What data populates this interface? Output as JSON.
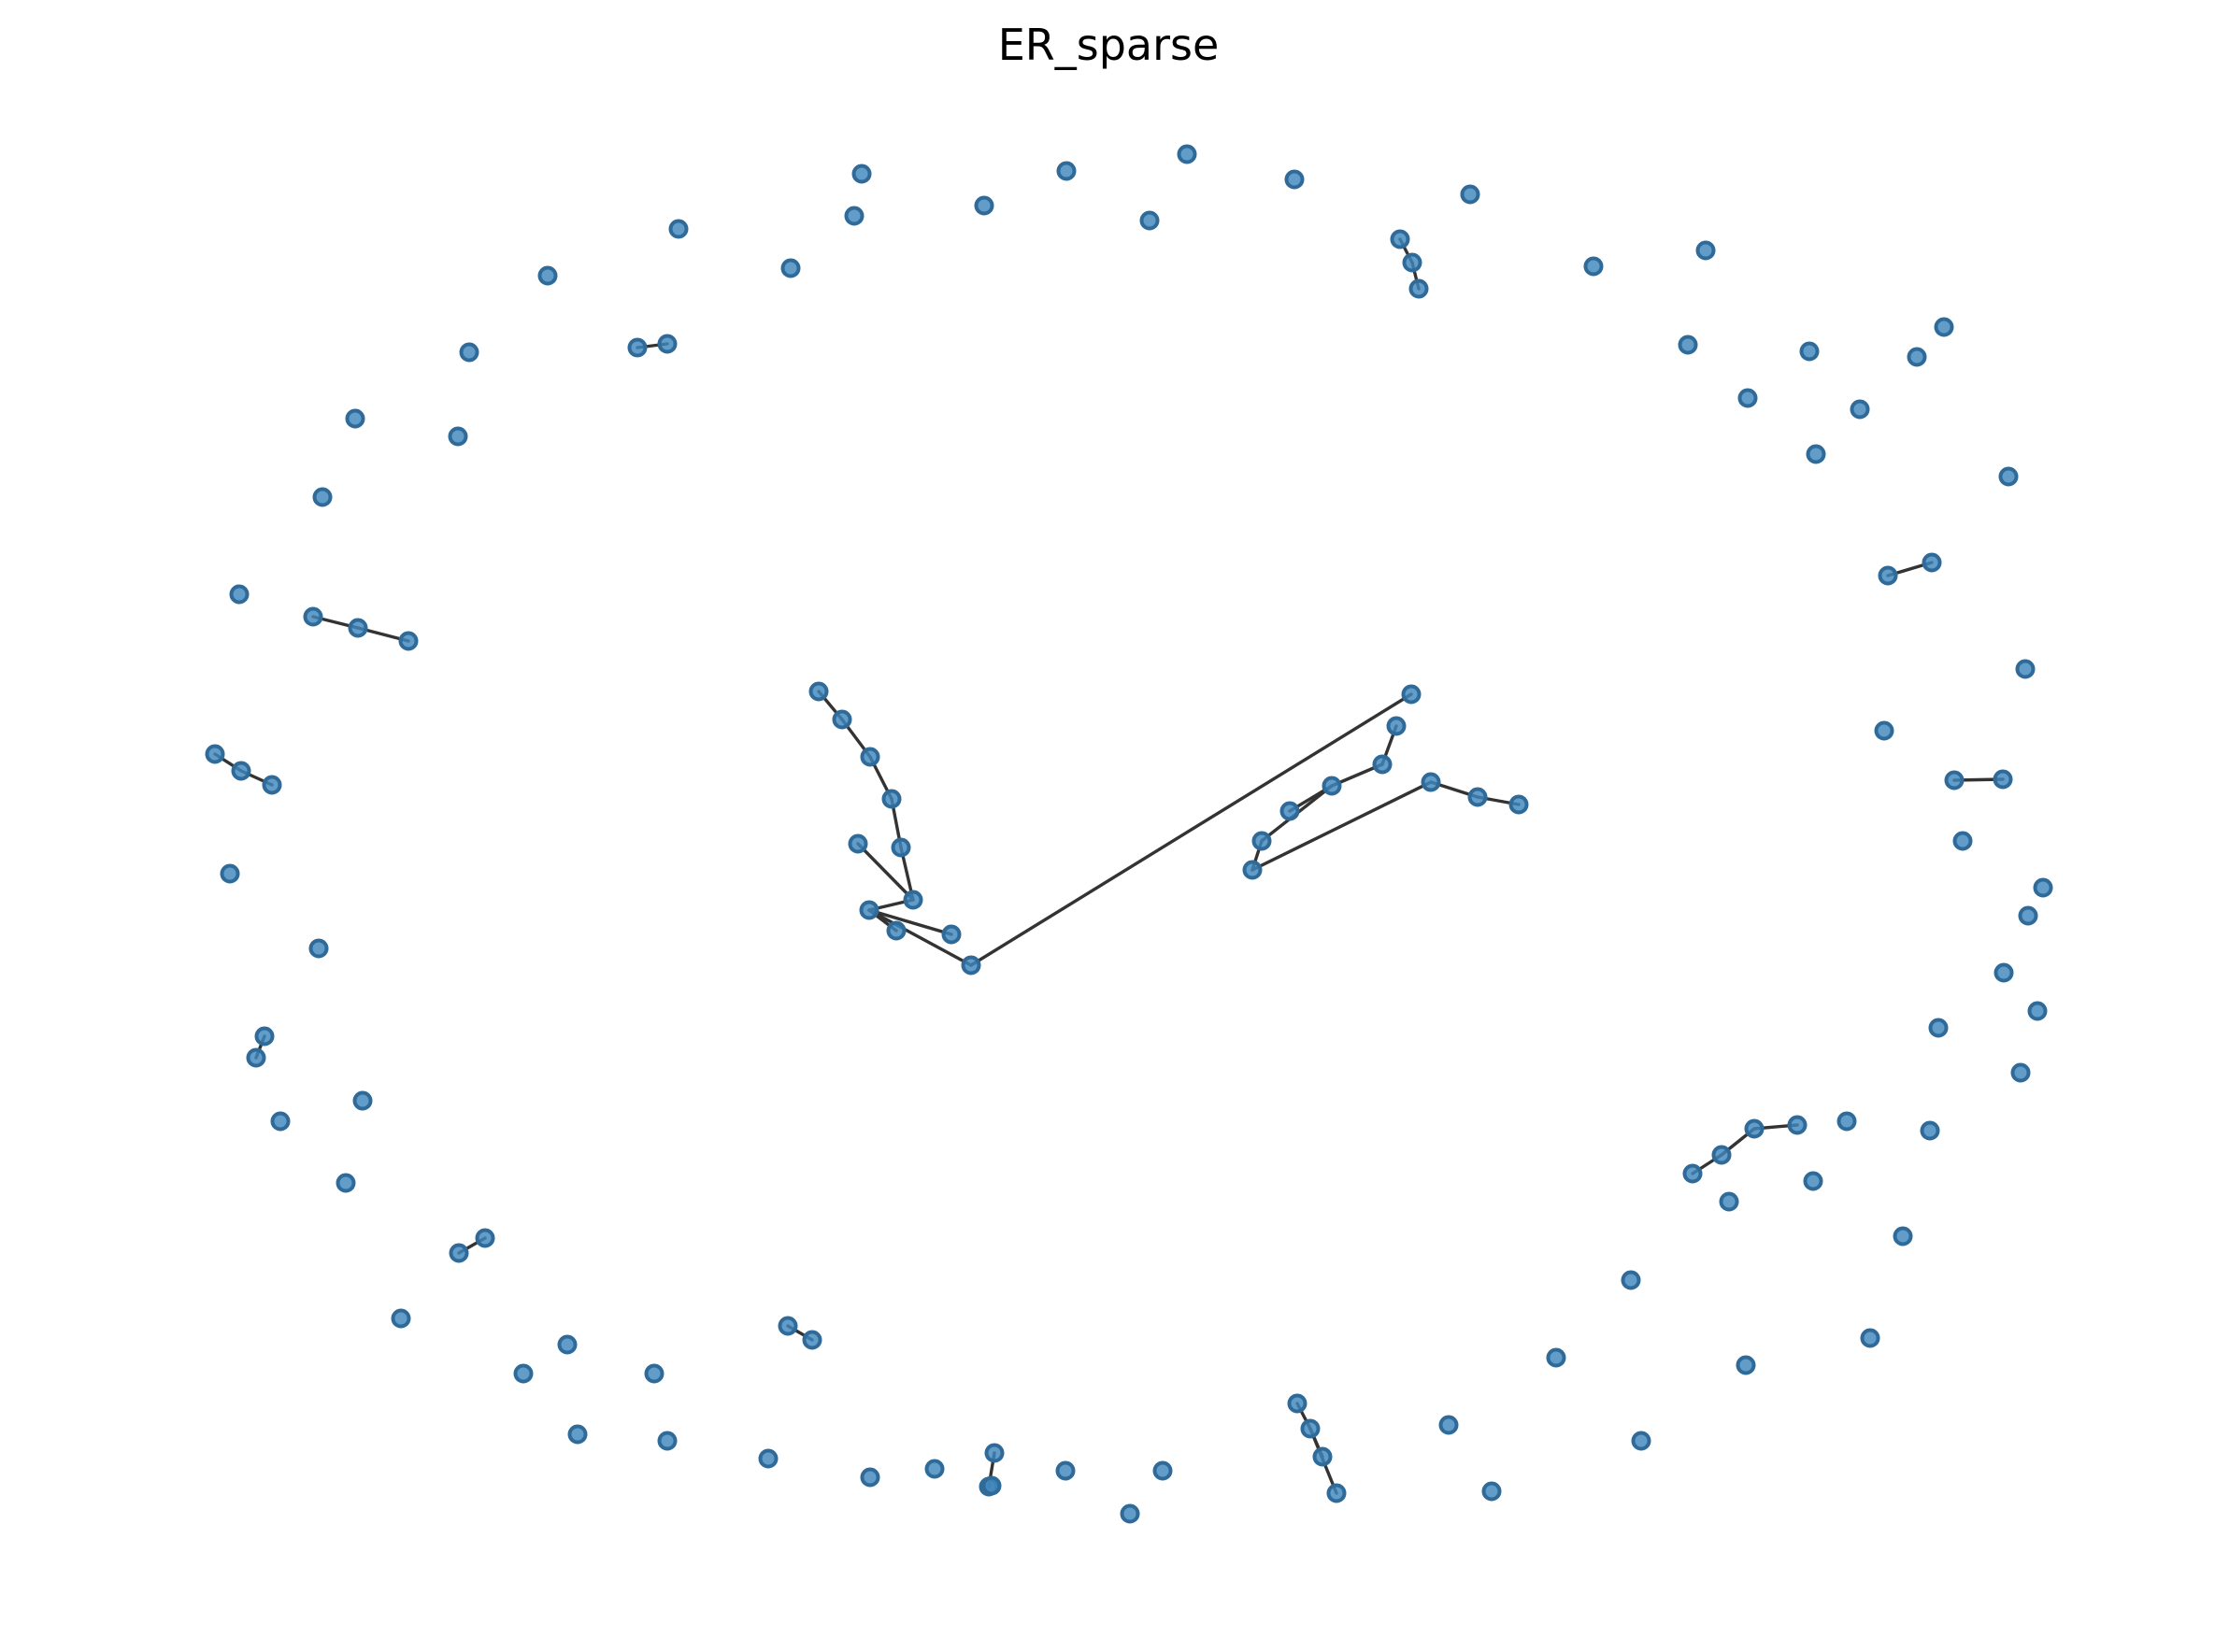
{
  "title": "ER_sparse",
  "colors": {
    "node_fill": "#3f86bd",
    "node_stroke": "#2f6a98",
    "edge": "#333333"
  },
  "graph": {
    "nodes": [
      {
        "id": "n0"
      },
      {
        "id": "n1"
      },
      {
        "id": "n2"
      },
      {
        "id": "n3"
      },
      {
        "id": "n4"
      },
      {
        "id": "n5"
      },
      {
        "id": "n6"
      },
      {
        "id": "n7"
      },
      {
        "id": "n8"
      },
      {
        "id": "n9"
      },
      {
        "id": "n10"
      },
      {
        "id": "n11"
      },
      {
        "id": "n12"
      },
      {
        "id": "n13"
      },
      {
        "id": "n14"
      },
      {
        "id": "n15"
      },
      {
        "id": "n16"
      },
      {
        "id": "n17"
      },
      {
        "id": "n18"
      },
      {
        "id": "n19"
      },
      {
        "id": "n20"
      },
      {
        "id": "n21"
      },
      {
        "id": "n22"
      },
      {
        "id": "n23"
      },
      {
        "id": "n24"
      },
      {
        "id": "n25"
      },
      {
        "id": "n26"
      },
      {
        "id": "n27"
      },
      {
        "id": "n28"
      },
      {
        "id": "n29"
      },
      {
        "id": "n30"
      },
      {
        "id": "n31"
      },
      {
        "id": "n32"
      },
      {
        "id": "n33"
      },
      {
        "id": "n34"
      },
      {
        "id": "n35"
      },
      {
        "id": "n36"
      },
      {
        "id": "n37"
      },
      {
        "id": "n38"
      },
      {
        "id": "n39"
      },
      {
        "id": "n40"
      },
      {
        "id": "n41"
      },
      {
        "id": "n42"
      },
      {
        "id": "n43"
      },
      {
        "id": "n44"
      },
      {
        "id": "n45"
      },
      {
        "id": "n46"
      },
      {
        "id": "n47"
      },
      {
        "id": "n48"
      },
      {
        "id": "n49"
      },
      {
        "id": "n50"
      },
      {
        "id": "n51"
      },
      {
        "id": "n52"
      },
      {
        "id": "n53"
      },
      {
        "id": "n54"
      },
      {
        "id": "n55"
      },
      {
        "id": "n56"
      },
      {
        "id": "n57"
      },
      {
        "id": "n58"
      },
      {
        "id": "n59"
      },
      {
        "id": "n60"
      },
      {
        "id": "n61"
      },
      {
        "id": "n62"
      },
      {
        "id": "n63"
      },
      {
        "id": "n64"
      },
      {
        "id": "n65"
      },
      {
        "id": "n66"
      },
      {
        "id": "n67"
      },
      {
        "id": "n68"
      },
      {
        "id": "n69"
      },
      {
        "id": "n70"
      },
      {
        "id": "n71"
      },
      {
        "id": "n72"
      },
      {
        "id": "n73"
      },
      {
        "id": "n74"
      },
      {
        "id": "n75"
      },
      {
        "id": "n76"
      },
      {
        "id": "n77"
      },
      {
        "id": "n78"
      },
      {
        "id": "n79"
      },
      {
        "id": "n80"
      },
      {
        "id": "n81"
      },
      {
        "id": "n82"
      },
      {
        "id": "n83"
      },
      {
        "id": "n84"
      },
      {
        "id": "n85"
      },
      {
        "id": "n86"
      },
      {
        "id": "n87"
      },
      {
        "id": "n88"
      },
      {
        "id": "n89"
      },
      {
        "id": "n90"
      },
      {
        "id": "n91"
      },
      {
        "id": "n92"
      },
      {
        "id": "n93"
      },
      {
        "id": "n94"
      },
      {
        "id": "n95"
      },
      {
        "id": "n96"
      },
      {
        "id": "n97"
      },
      {
        "id": "n98"
      },
      {
        "id": "n99"
      },
      {
        "id": "n100"
      },
      {
        "id": "n101"
      },
      {
        "id": "n102"
      },
      {
        "id": "n103"
      },
      {
        "id": "n104"
      },
      {
        "id": "n105"
      },
      {
        "id": "n106"
      },
      {
        "id": "n107"
      },
      {
        "id": "n108"
      },
      {
        "id": "n109"
      },
      {
        "id": "n110"
      },
      {
        "id": "n111"
      },
      {
        "id": "n112"
      },
      {
        "id": "n113"
      },
      {
        "id": "n114"
      },
      {
        "id": "n115"
      },
      {
        "id": "n116"
      }
    ],
    "edges": [
      [
        "n0",
        "n1"
      ],
      [
        "n1",
        "n2"
      ],
      [
        "n2",
        "n3"
      ],
      [
        "n3",
        "n4"
      ],
      [
        "n4",
        "n5"
      ],
      [
        "n6",
        "n5"
      ],
      [
        "n5",
        "n7"
      ],
      [
        "n8",
        "n7"
      ],
      [
        "n9",
        "n7"
      ],
      [
        "n7",
        "n10"
      ],
      [
        "n10",
        "n11"
      ],
      [
        "n12",
        "n13"
      ],
      [
        "n13",
        "n14"
      ],
      [
        "n14",
        "n15"
      ],
      [
        "n14",
        "n16"
      ],
      [
        "n16",
        "n17"
      ],
      [
        "n17",
        "n18"
      ],
      [
        "n18",
        "n19"
      ],
      [
        "n19",
        "n20"
      ],
      [
        "n21",
        "n22"
      ],
      [
        "n22",
        "n23"
      ],
      [
        "n24",
        "n25"
      ],
      [
        "n26",
        "n27"
      ],
      [
        "n27",
        "n28"
      ],
      [
        "n29",
        "n30"
      ],
      [
        "n30",
        "n31"
      ],
      [
        "n32",
        "n33"
      ],
      [
        "n34",
        "n35"
      ],
      [
        "n36",
        "n37"
      ],
      [
        "n38",
        "n39"
      ],
      [
        "n39",
        "n40"
      ],
      [
        "n40",
        "n41"
      ],
      [
        "n42",
        "n43"
      ],
      [
        "n44",
        "n45"
      ],
      [
        "n45",
        "n46"
      ],
      [
        "n45",
        "n47"
      ],
      [
        "n48",
        "n49"
      ],
      [
        "n50",
        "n51"
      ]
    ]
  }
}
